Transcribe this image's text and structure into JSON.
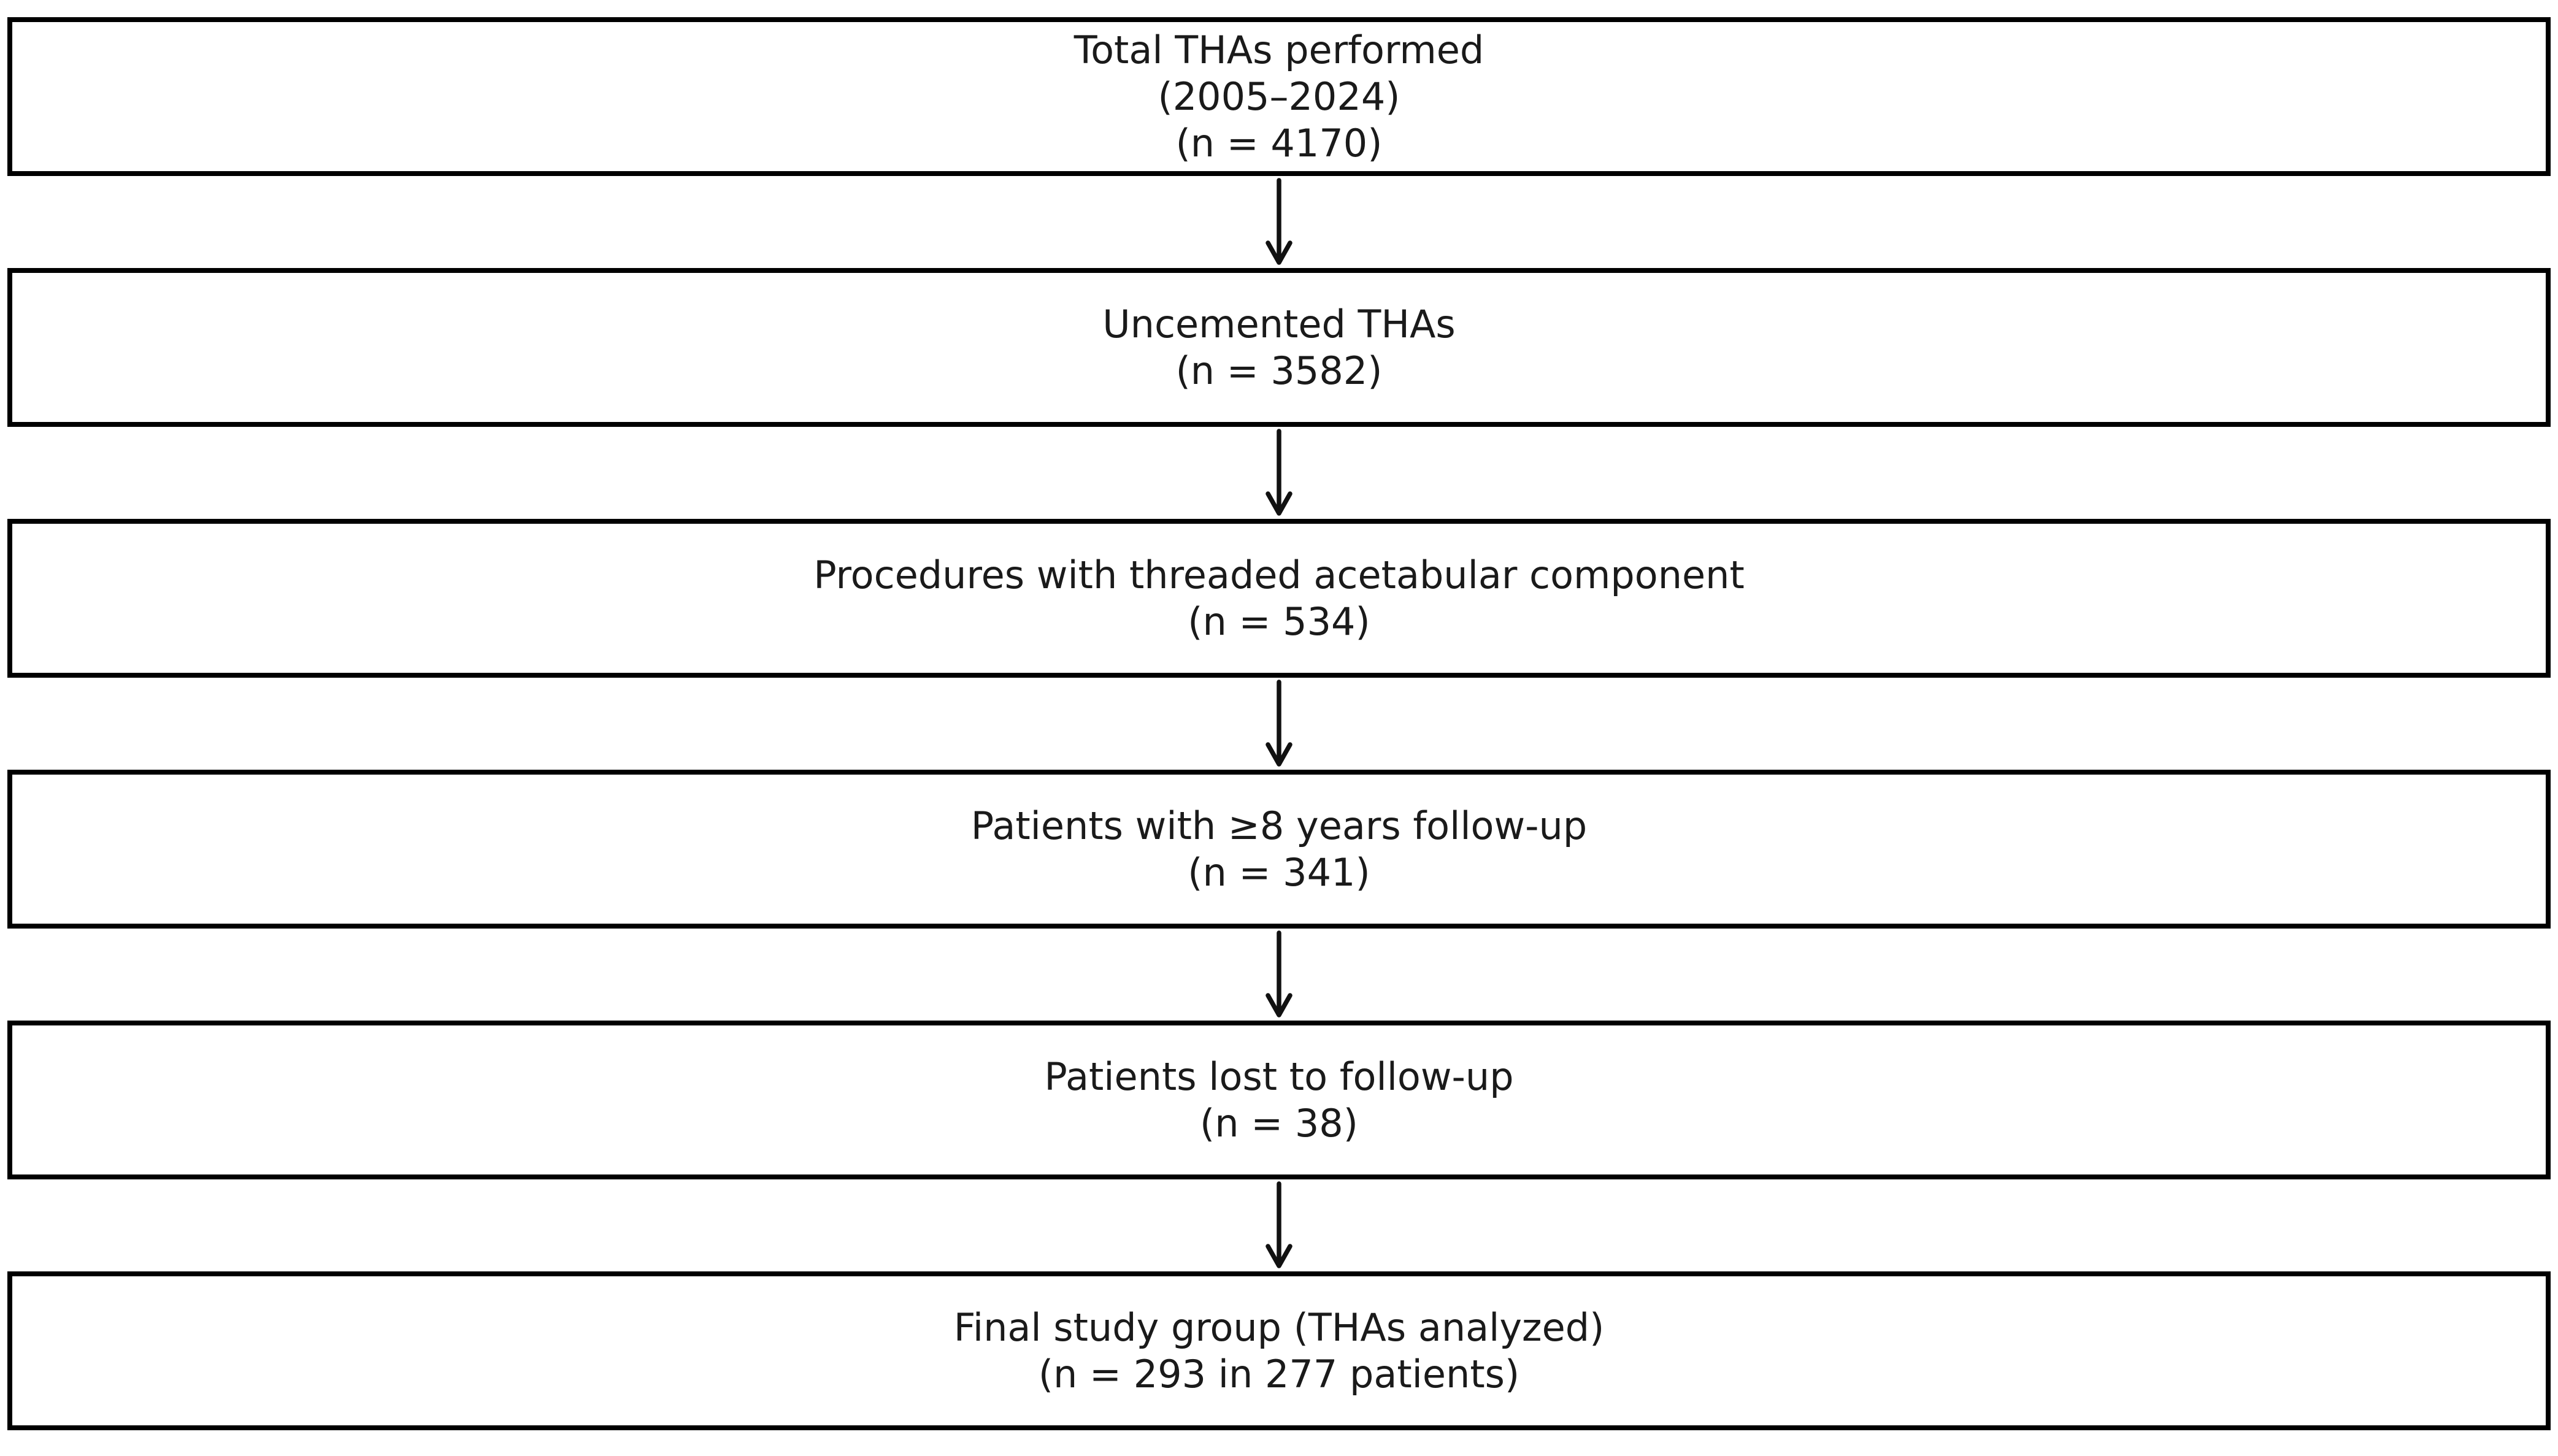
{
  "figure": {
    "background_color": "#ffffff",
    "box_border_color": "#000000",
    "text_color": "#1a1a1a",
    "arrow_color": "#111111",
    "arrow_icon": "arrow-down"
  },
  "flowchart": {
    "type": "flow-diagram",
    "direction": "top-down",
    "steps": [
      {
        "id": "total-thas",
        "lines": [
          "Total THAs performed",
          "(2005–2024)",
          "(n = 4170)"
        ],
        "n": 4170
      },
      {
        "id": "uncemented-thas",
        "lines": [
          "Uncemented THAs",
          "(n = 3582)"
        ],
        "n": 3582
      },
      {
        "id": "threaded-acetabular-component",
        "lines": [
          "Procedures with threaded acetabular component",
          "(n = 534)"
        ],
        "n": 534
      },
      {
        "id": "followup-8-years",
        "lines": [
          "Patients with ≥8 years follow-up",
          "(n = 341)"
        ],
        "n": 341
      },
      {
        "id": "lost-to-followup",
        "lines": [
          "Patients lost to follow-up",
          "(n = 38)"
        ],
        "n": 38
      },
      {
        "id": "final-study-group",
        "lines": [
          "Final study group (THAs analyzed)",
          "(n = 293 in 277 patients)"
        ],
        "n": 293,
        "patients": 277
      }
    ]
  }
}
